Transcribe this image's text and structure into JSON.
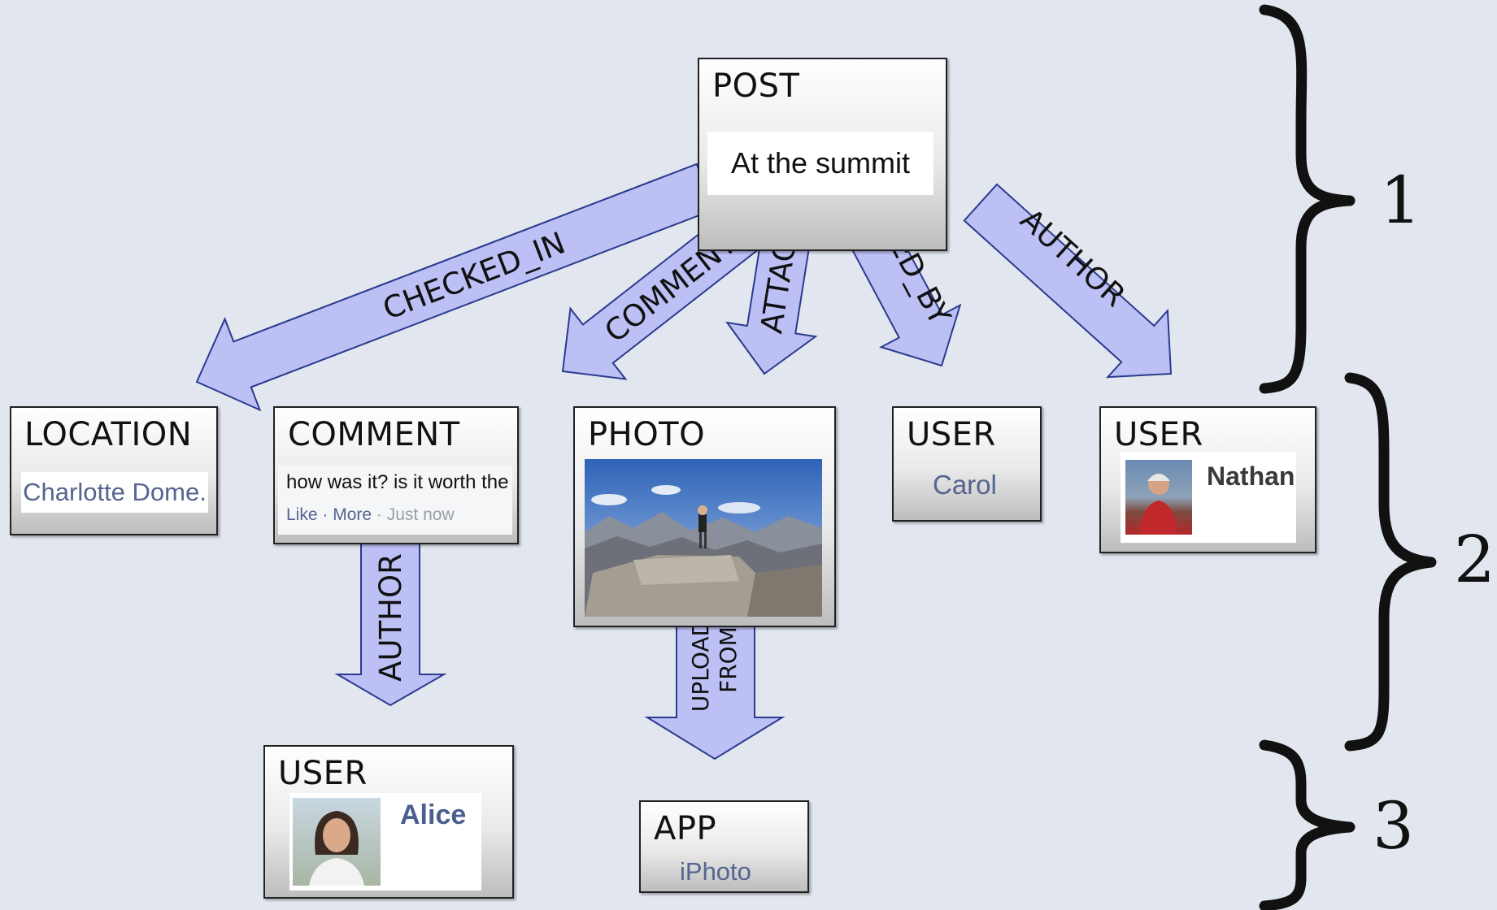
{
  "nodes": {
    "post": {
      "type": "POST",
      "content": "At the summit"
    },
    "location": {
      "type": "LOCATION",
      "content": "Charlotte Dome."
    },
    "comment": {
      "type": "COMMENT",
      "text": "how was it? is it worth the l",
      "actions": [
        "Like",
        "· More",
        "· Just now"
      ]
    },
    "photo": {
      "type": "PHOTO"
    },
    "user_carol": {
      "type": "USER",
      "name": "Carol"
    },
    "user_nathan": {
      "type": "USER",
      "name": "Nathan"
    },
    "user_alice": {
      "type": "USER",
      "name": "Alice"
    },
    "app": {
      "type": "APP",
      "name": "iPhoto"
    }
  },
  "edges": {
    "checked_in": "CHECKED_IN",
    "comment": "COMMENT",
    "attach": "ATTACH",
    "liked_by": "LIKED_BY",
    "author_post": "AUTHOR",
    "author_comment": "AUTHOR",
    "upload_from_1": "UPLOAD_",
    "upload_from_2": "FROM"
  },
  "levels": [
    "1",
    "2",
    "3"
  ],
  "colors": {
    "arrow_fill": "#bcc0f4",
    "arrow_stroke": "#2a3a8f",
    "link_text": "#55658f",
    "background": "#e2e6ee"
  }
}
